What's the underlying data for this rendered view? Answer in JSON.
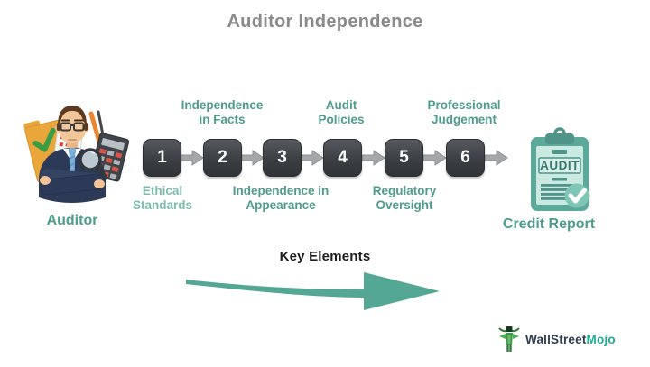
{
  "title": "Auditor Independence",
  "steps": [
    {
      "number": "1",
      "label": "Ethical Standards",
      "label_position": "below"
    },
    {
      "number": "2",
      "label": "Independence in Facts",
      "label_position": "above"
    },
    {
      "number": "3",
      "label": "Independence in Appearance",
      "label_position": "below"
    },
    {
      "number": "4",
      "label": "Audit Policies",
      "label_position": "above"
    },
    {
      "number": "5",
      "label": "Regulatory Oversight",
      "label_position": "below"
    },
    {
      "number": "6",
      "label": "Professional Judgement",
      "label_position": "above"
    }
  ],
  "actors": {
    "left_label": "Auditor",
    "right_label": "Credit Report",
    "clipboard_text": "AUDIT"
  },
  "flow_caption": {
    "label": "Key Elements"
  },
  "logo": {
    "name_part1": "WallStreet",
    "name_part2": "Mojo"
  },
  "colors": {
    "teal_label": "#4e9c8c",
    "teal_label_light": "#7cbcae",
    "step_box_dark": "#3b3f43",
    "connector_gray": "#a4a8ab",
    "big_arrow_teal": "#55a795",
    "title_gray": "#8a8a8a",
    "clipboard_board": "#5ca89b",
    "clipboard_paper": "#c9e9e1",
    "logo_dark": "#2e3d4f",
    "logo_teal": "#21ab97"
  }
}
